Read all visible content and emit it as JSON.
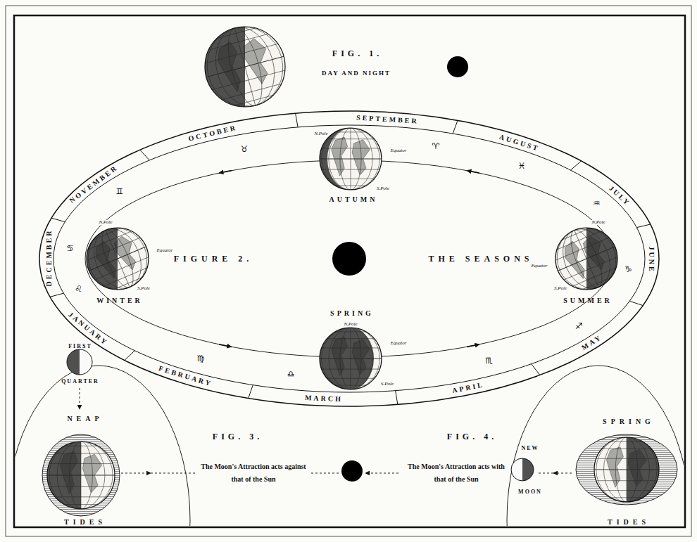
{
  "diagram": {
    "labels": [
      "FIG. 1.",
      "DAY AND NIGHT",
      "SEPTEMBER",
      "OCTOBER",
      "NOVEMBER",
      "DECEMBER",
      "JANUARY",
      "FEBRUARY",
      "MARCH",
      "APRIL",
      "MAY",
      "JUNE",
      "JULY",
      "AUGUST",
      "♈",
      "♉",
      "♊",
      "♋",
      "♌",
      "♍",
      "♎",
      "♏",
      "♐",
      "♑",
      "♒",
      "♓",
      "AUTUMN",
      "WINTER",
      "SUMMER",
      "SPRING",
      "FIGURE 2.",
      "THE SEASONS",
      "N.Pole",
      "Equator",
      "S.Pole",
      "N.Pole",
      "Equator",
      "S.Pole",
      "N.Pole",
      "Equator",
      "S.Pole",
      "N.Pole",
      "Equator",
      "S.Pole",
      "FIRST",
      "QUARTER",
      "NEAP",
      "TIDES",
      "FIG. 3.",
      "The Moon's Attraction acts against that of the Sun",
      "FIG. 4.",
      "The Moon's Attraction acts with that of the Sun",
      "NEW",
      "MOON",
      "SPRING",
      "TIDES"
    ]
  }
}
